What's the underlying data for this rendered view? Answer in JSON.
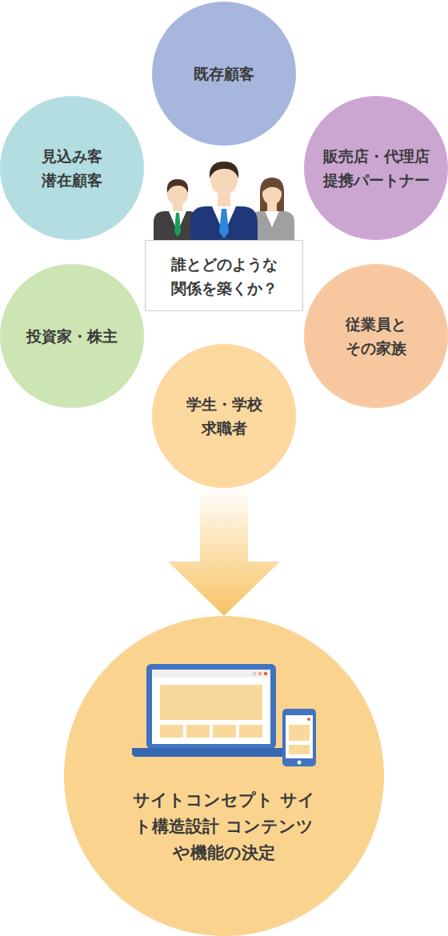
{
  "diagram": {
    "nodes": [
      {
        "text": [
          "既存顧客"
        ]
      },
      {
        "text": [
          "見込み客 潜在顧客"
        ]
      },
      {
        "text": [
          "販売店・代理店 提携パートナー"
        ]
      },
      {
        "text": [
          "誰とどのような 関係を築くか？"
        ]
      },
      {
        "text": [
          "投資家・株主"
        ]
      },
      {
        "text": [
          "従業員と その家族"
        ]
      },
      {
        "text": [
          "学生・学校 求職者"
        ]
      },
      {
        "text": [
          "サイトコンセプト サイト構造設計 コンテンツや機能の決定"
        ]
      }
    ],
    "edges": [
      {
        "from": 6,
        "to": 7,
        "arrow": "to"
      }
    ]
  }
}
